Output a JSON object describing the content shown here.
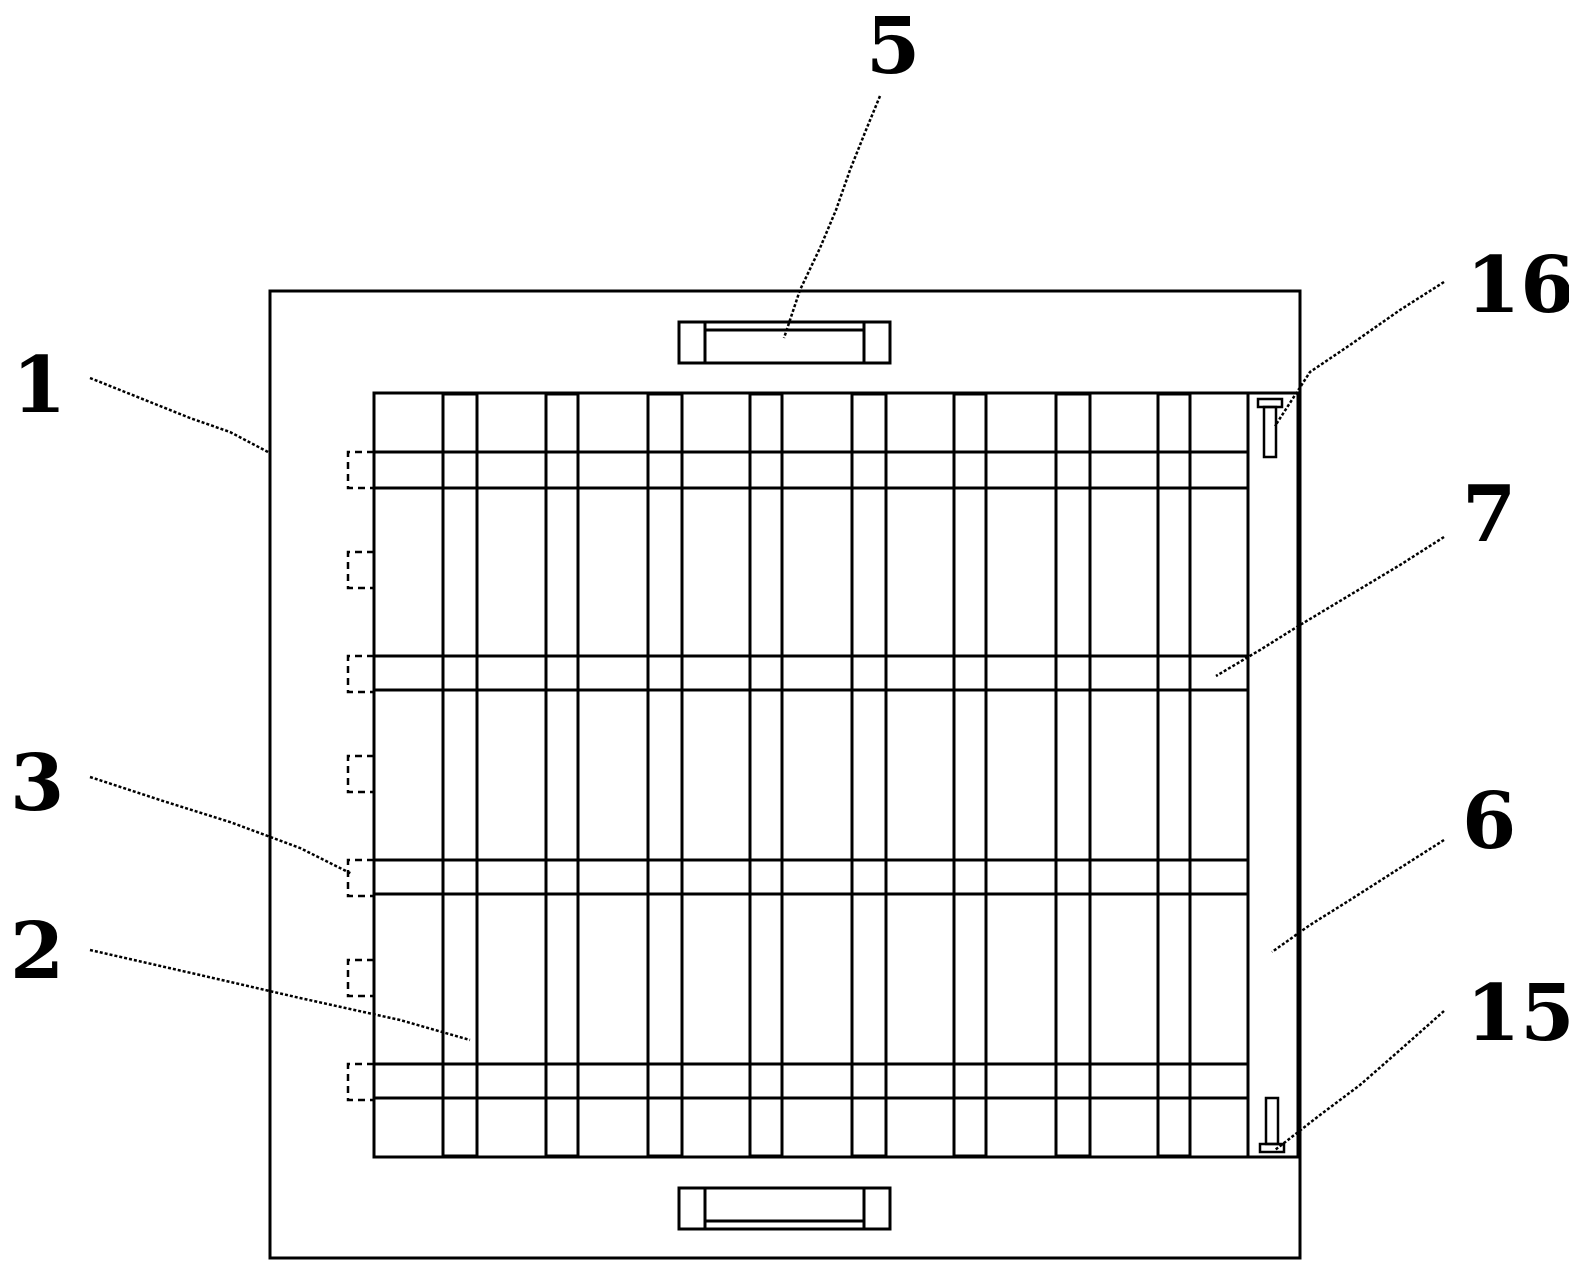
{
  "labels": {
    "frame": "1",
    "crossbar": "2",
    "dashed_slot": "3",
    "handle": "5",
    "side_strip": "6",
    "horizontal_bar": "7",
    "bottom_latch": "15",
    "top_latch": "16"
  },
  "colors": {
    "line": "#000000",
    "background": "#ffffff"
  }
}
